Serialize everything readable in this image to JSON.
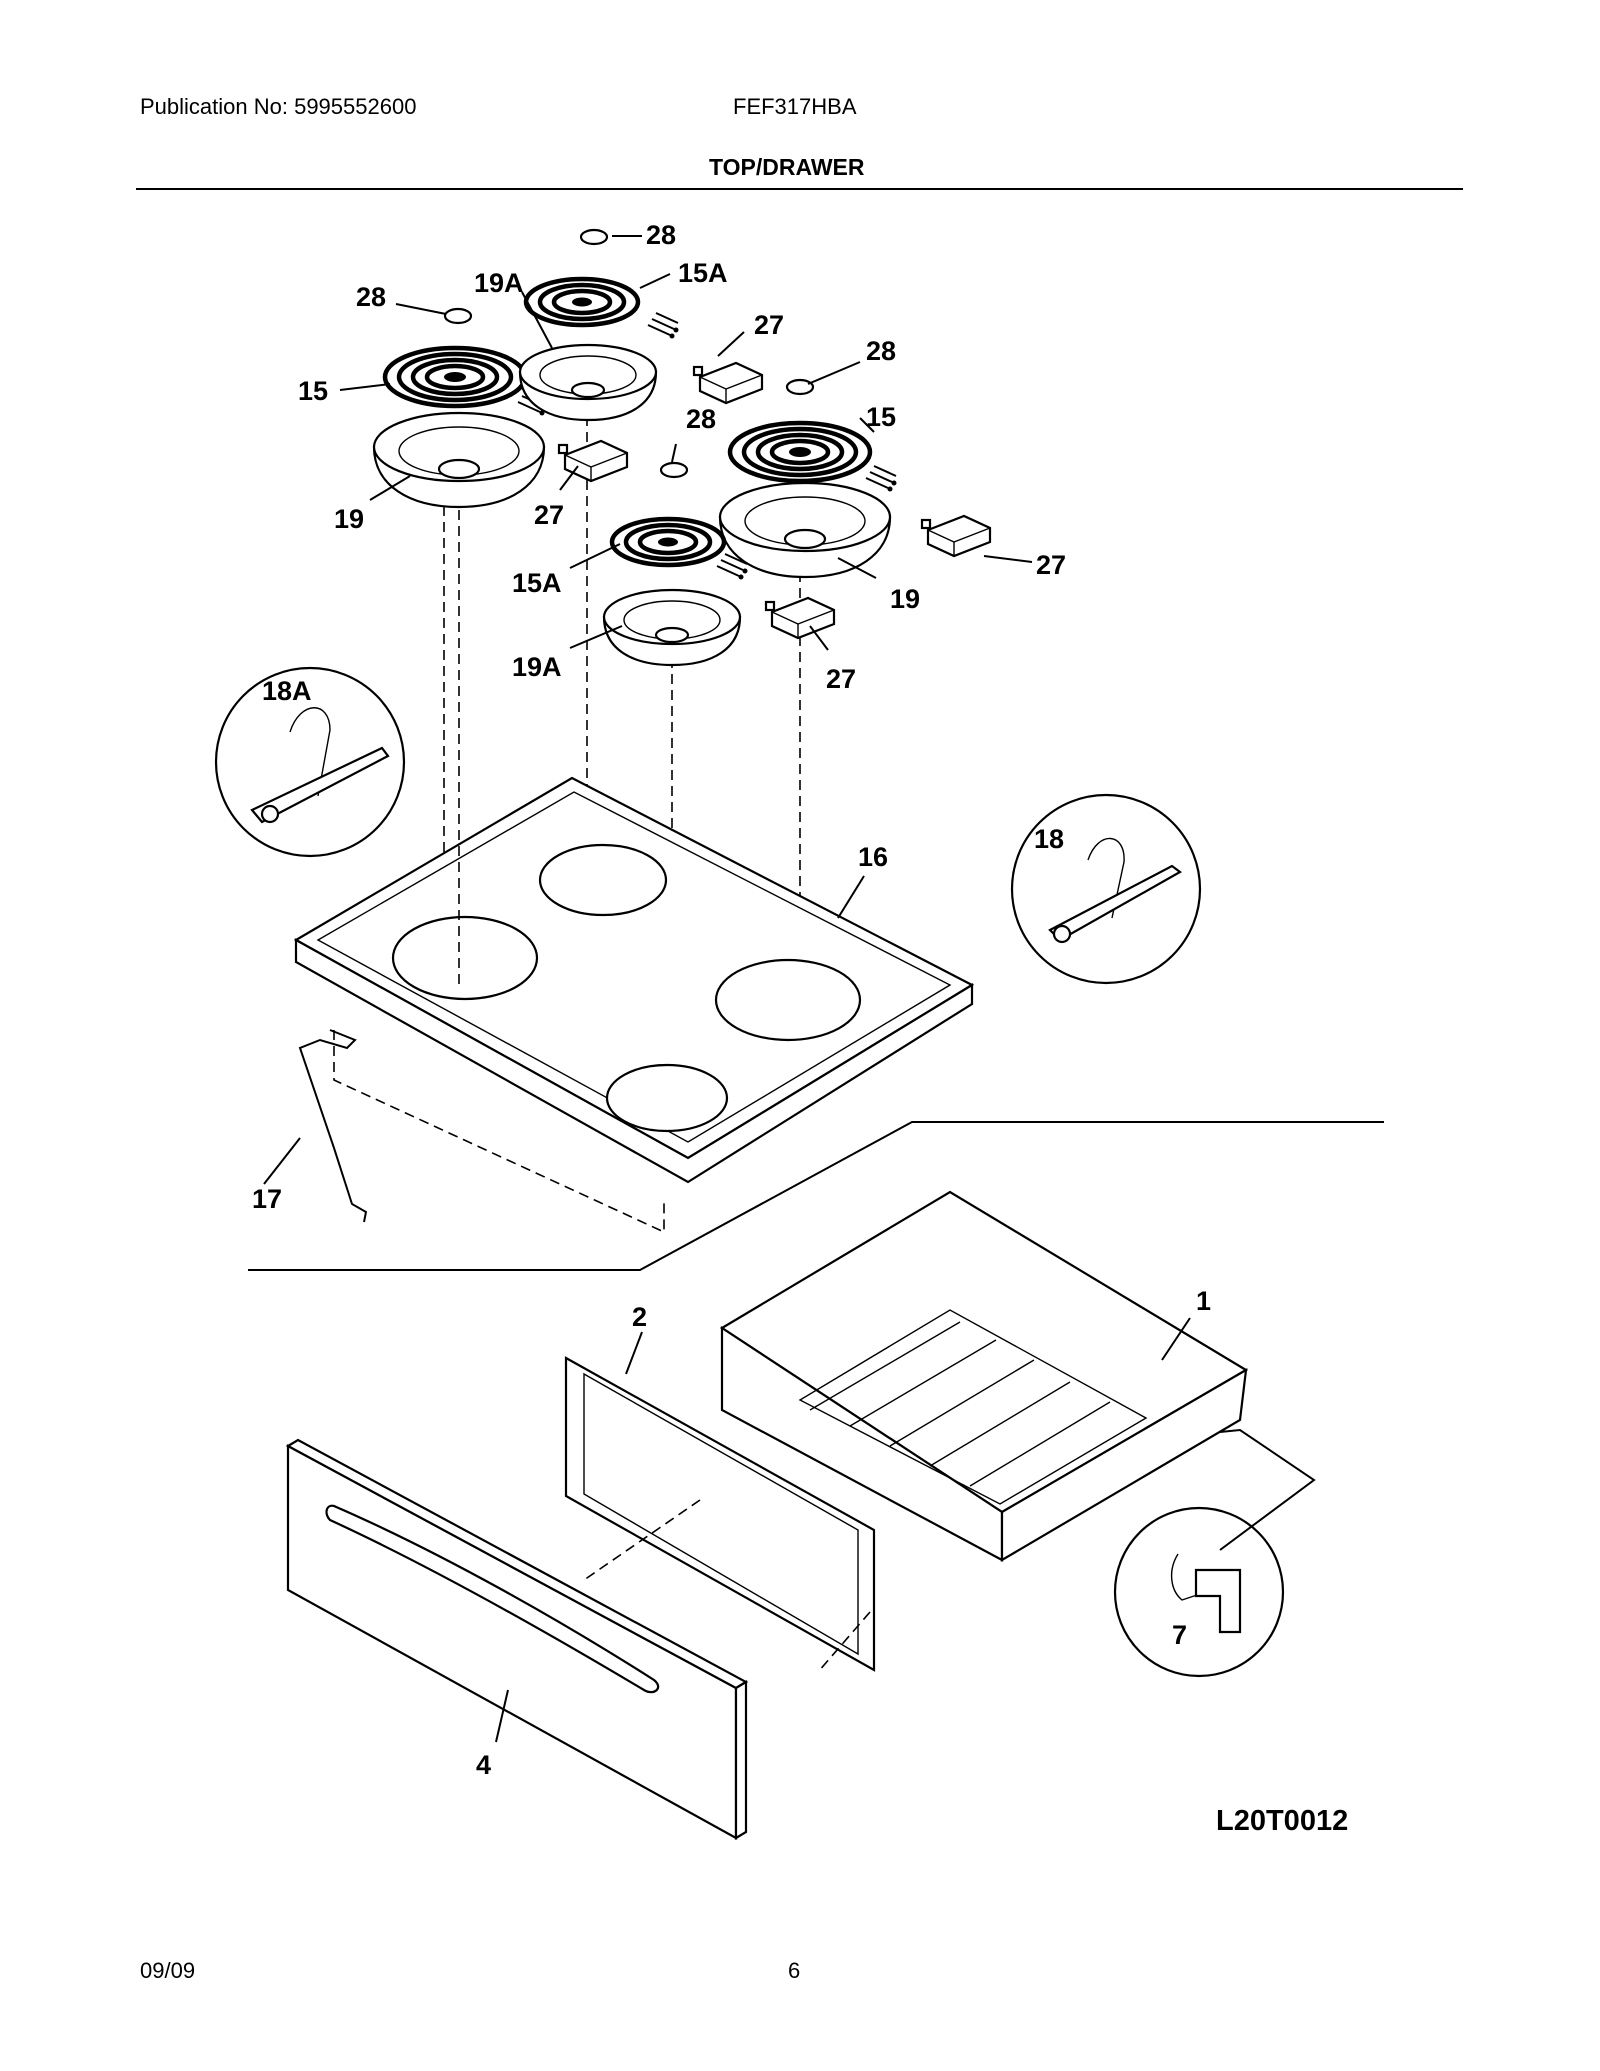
{
  "header": {
    "publication": "Publication No: 5995552600",
    "model": "FEF317HBA",
    "section": "TOP/DRAWER"
  },
  "footer": {
    "date": "09/09",
    "page": "6"
  },
  "diagram": {
    "code": "L20T0012",
    "labels": {
      "l28a": "28",
      "l15a_top": "15A",
      "l19a_top": "19A",
      "l28b": "28",
      "l27a": "27",
      "l28c": "28",
      "l15_left": "15",
      "l28d": "28",
      "l15_right": "15",
      "l19_left": "19",
      "l27b": "27",
      "l15a_bot": "15A",
      "l27c": "27",
      "l19_right": "19",
      "l19a_bot": "19A",
      "l27d": "27",
      "l18a": "18A",
      "l16": "16",
      "l18": "18",
      "l17": "17",
      "l2": "2",
      "l1": "1",
      "l7": "7",
      "l4": "4"
    }
  }
}
